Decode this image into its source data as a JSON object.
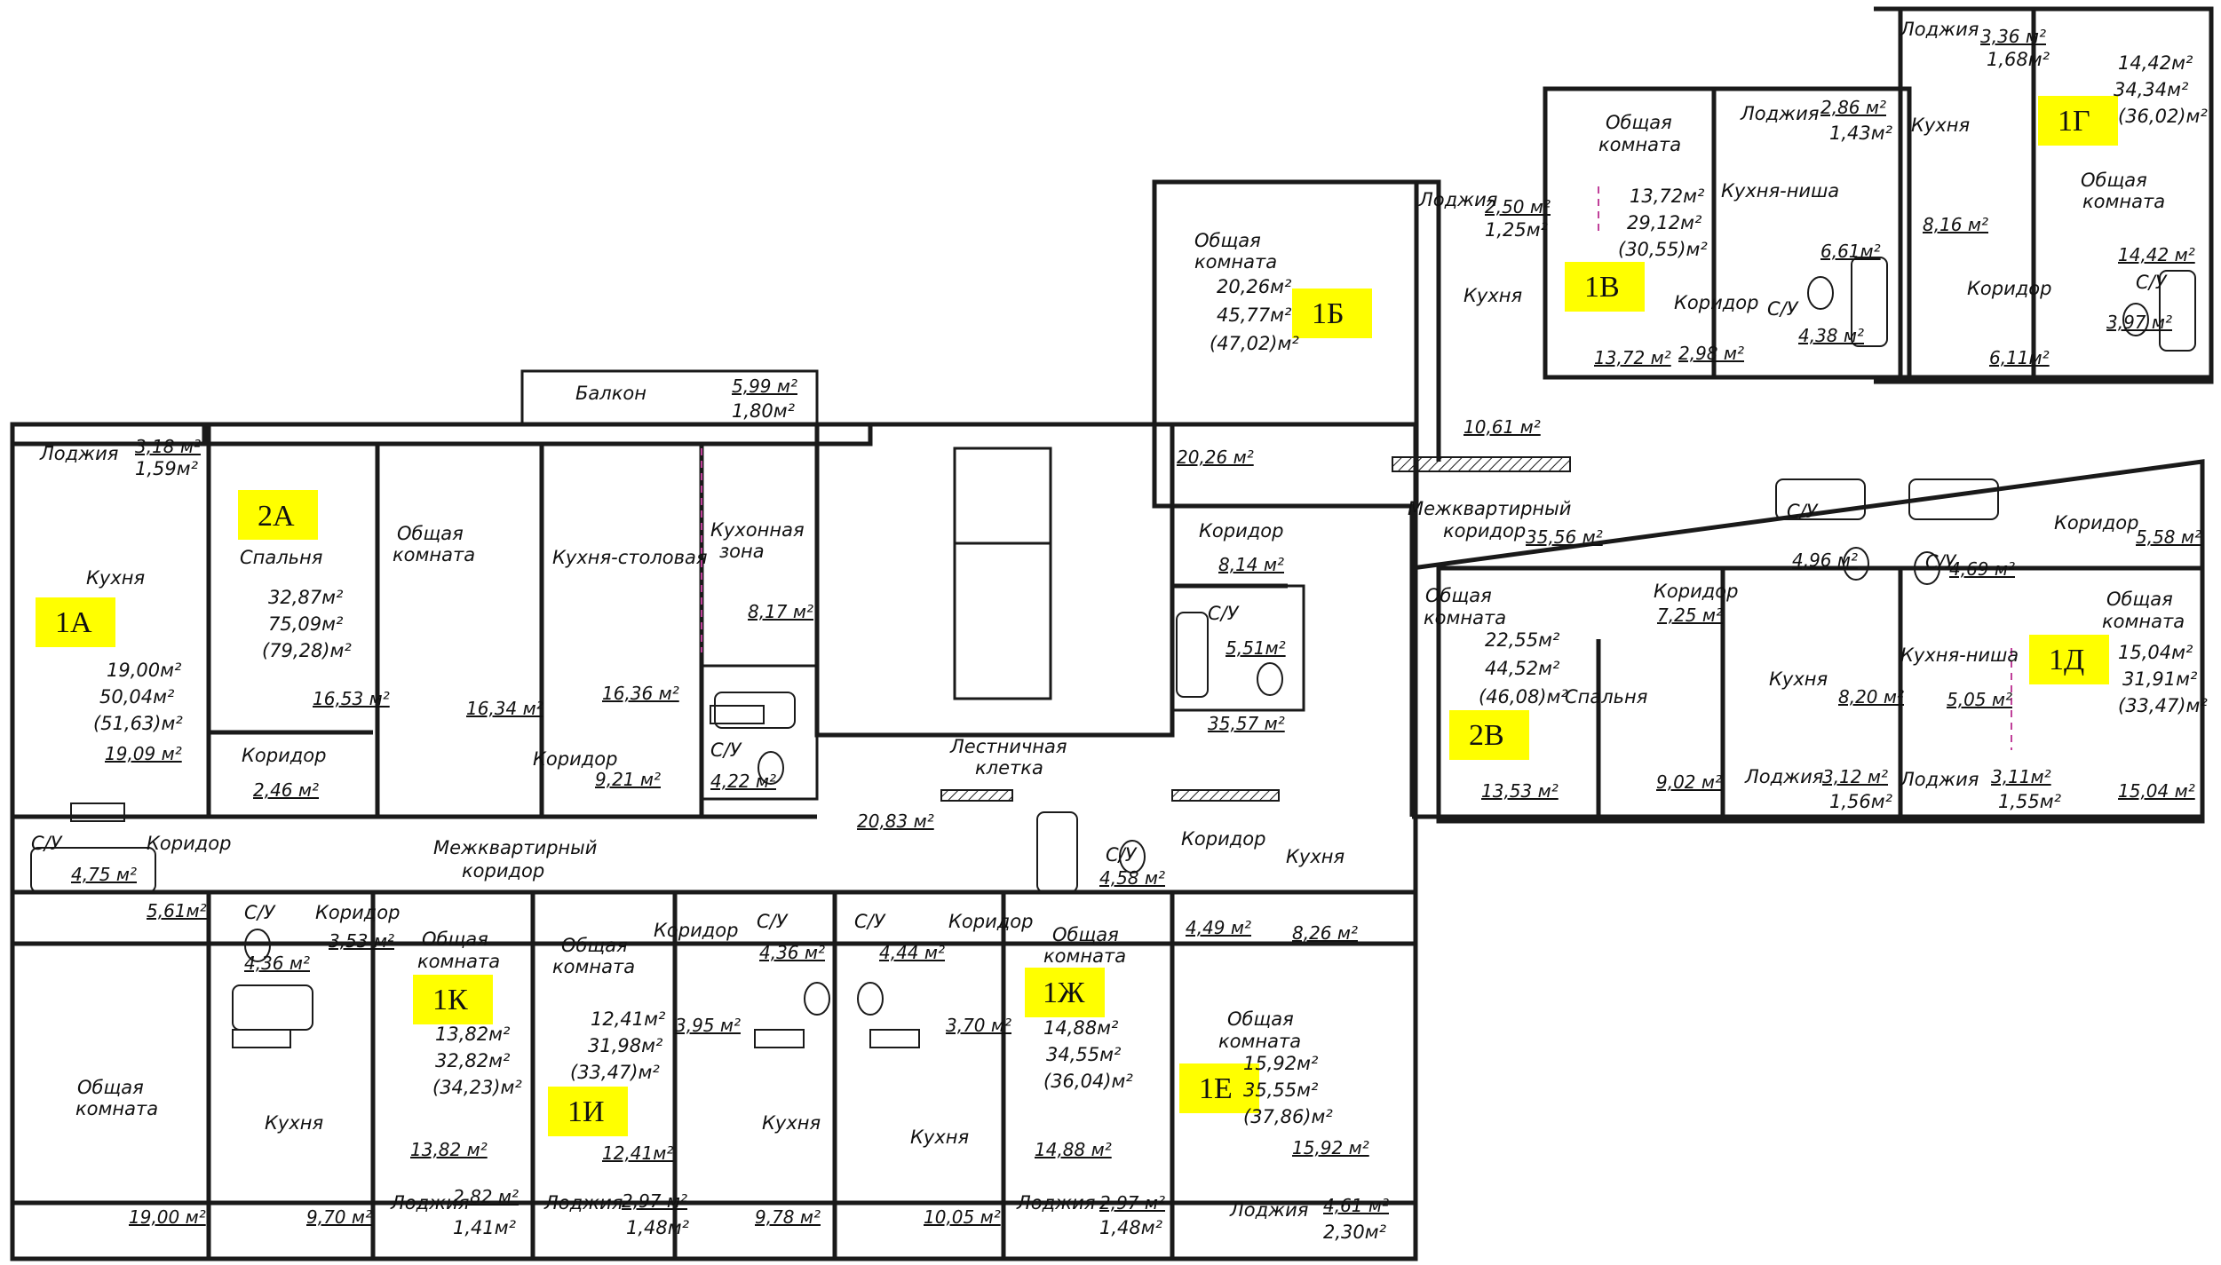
{
  "units": [
    {
      "tag": "1А",
      "area": "19,00м²",
      "total": "50,04м²",
      "total_b": "(51,63)м²"
    },
    {
      "tag": "2А",
      "area": "32,87м²",
      "total": "75,09м²",
      "total_b": "(79,28)м²"
    },
    {
      "tag": "1Б",
      "area": "20,26м²",
      "total": "45,77м²",
      "total_b": "(47,02)м²"
    },
    {
      "tag": "1В",
      "area": "13,72м²",
      "total": "29,12м²",
      "total_b": "(30,55)м²"
    },
    {
      "tag": "1Г",
      "area": "14,42м²",
      "total": "34,34м²",
      "total_b": "(36,02)м²"
    },
    {
      "tag": "2В",
      "area": "22,55м²",
      "total": "44,52м²",
      "total_b": "(46,08)м²"
    },
    {
      "tag": "1Д",
      "area": "15,04м²",
      "total": "31,91м²",
      "total_b": "(33,47)м²"
    },
    {
      "tag": "1К",
      "area": "13,82м²",
      "total": "32,82м²",
      "total_b": "(34,23)м²"
    },
    {
      "tag": "1И",
      "area": "12,41м²",
      "total": "31,98м²",
      "total_b": "(33,47)м²"
    },
    {
      "tag": "1Ж",
      "area": "14,88м²",
      "total": "34,55м²",
      "total_b": "(36,04)м²"
    },
    {
      "tag": "1Е",
      "area": "15,92м²",
      "total": "35,55м²",
      "total_b": "(37,86)м²"
    }
  ],
  "rooms": [
    {
      "name": "Лоджия",
      "area": "3,18 м²",
      "half": "1,59м²"
    },
    {
      "name": "Кухня",
      "area": "19,09 м²"
    },
    {
      "name": "С/У",
      "area": "4,75 м²"
    },
    {
      "name": "Коридор",
      "area": "5,61м²"
    },
    {
      "name": "Общая комната",
      "area": "19,00 м²"
    },
    {
      "name": "Спальня",
      "area": "16,53 м²"
    },
    {
      "name": "Коридор",
      "area": "2,46 м²"
    },
    {
      "name": "Общая комната",
      "area": "16,34 м²"
    },
    {
      "name": "Кухня-столовая",
      "area": "16,36 м²"
    },
    {
      "name": "Кухонная зона",
      "area": "8,17 м²"
    },
    {
      "name": "Балкон",
      "area": "5,99 м²",
      "half": "1,80м²"
    },
    {
      "name": "Коридор",
      "area": "9,21 м²"
    },
    {
      "name": "С/У",
      "area": "4,22 м²"
    },
    {
      "name": "Лестничная клетка",
      "area": "20,83 м²"
    },
    {
      "name": "Межквартирный коридор",
      "area": ""
    },
    {
      "name": "Общая комната",
      "area": "20,26 м²"
    },
    {
      "name": "Кухня",
      "area": "10,61 м²"
    },
    {
      "name": "Лоджия",
      "area": "2,50 м²",
      "half": "1,25м²"
    },
    {
      "name": "Коридор",
      "area": "8,14 м²"
    },
    {
      "name": "С/У",
      "area": "5,51м²"
    },
    {
      "name": "Межквартирный коридор",
      "area": "35,56 м²"
    },
    {
      "name": "Межквартирный коридор",
      "area": "35,57 м²"
    },
    {
      "name": "Общая комната",
      "area": "13,72 м²"
    },
    {
      "name": "Лоджия",
      "area": "2,86 м²",
      "half": "1,43м²"
    },
    {
      "name": "Кухня-ниша",
      "area": "6,61м²"
    },
    {
      "name": "Коридор",
      "area": "2,98 м²"
    },
    {
      "name": "С/У",
      "area": "4,38 м²"
    },
    {
      "name": "Лоджия",
      "area": "3,36 м²",
      "half": "1,68м²"
    },
    {
      "name": "Кухня",
      "area": "8,16 м²"
    },
    {
      "name": "Общая комната",
      "area": "14,42 м²"
    },
    {
      "name": "Коридор",
      "area": "6,11м²"
    },
    {
      "name": "С/У",
      "area": "3,97 м²"
    },
    {
      "name": "Общая комната",
      "area": "13,53 м²"
    },
    {
      "name": "Коридор",
      "area": "7,25 м²"
    },
    {
      "name": "С/У",
      "area": "4,96 м²"
    },
    {
      "name": "Спальня",
      "area": "9,02 м²"
    },
    {
      "name": "Кухня",
      "area": "8,20 м²"
    },
    {
      "name": "Лоджия",
      "area": "3,12 м²",
      "half": "1,56м²"
    },
    {
      "name": "С/У",
      "area": "4,69 м²"
    },
    {
      "name": "Коридор",
      "area": "5,58 м²"
    },
    {
      "name": "Кухня-ниша",
      "area": "5,05 м²"
    },
    {
      "name": "Общая комната",
      "area": "15,04 м²"
    },
    {
      "name": "Лоджия",
      "area": "3,11м²",
      "half": "1,55м²"
    },
    {
      "name": "С/У",
      "area": "4,36 м²"
    },
    {
      "name": "Коридор",
      "area": "3,53 м²"
    },
    {
      "name": "Кухня",
      "area": "9,70 м²"
    },
    {
      "name": "Общая комната",
      "area": "13,82 м²"
    },
    {
      "name": "Лоджия",
      "area": "2,82 м²",
      "half": "1,41м²"
    },
    {
      "name": "Общая комната",
      "area": "12,41м²"
    },
    {
      "name": "Коридор",
      "area": "3,95 м²"
    },
    {
      "name": "Лоджия",
      "area": "2,97 м²",
      "half": "1,48м²"
    },
    {
      "name": "С/У",
      "area": "4,36 м²"
    },
    {
      "name": "Кухня",
      "area": "9,78 м²"
    },
    {
      "name": "С/У",
      "area": "4,44 м²"
    },
    {
      "name": "Коридор",
      "area": "3,70 м²"
    },
    {
      "name": "Кухня",
      "area": "10,05 м²"
    },
    {
      "name": "Общая комната",
      "area": "14,88 м²"
    },
    {
      "name": "Лоджия",
      "area": "2,97 м²",
      "half": "1,48м²"
    },
    {
      "name": "С/У",
      "area": "4,58 м²"
    },
    {
      "name": "Коридор",
      "area": "4,49 м²"
    },
    {
      "name": "Кухня",
      "area": "8,26 м²"
    },
    {
      "name": "Общая комната",
      "area": "15,92 м²"
    },
    {
      "name": "Лоджия",
      "area": "4,61 м²",
      "half": "2,30м²"
    }
  ],
  "labels": {
    "loggia": "Лоджия",
    "kitchen": "Кухня",
    "bath": "С/У",
    "corridor": "Коридор",
    "common1": "Общая",
    "common2": "комната",
    "bedroom": "Спальня",
    "kitchen_dining": "Кухня-столовая",
    "kz1": "Кухонная",
    "kz2": "зона",
    "balcony": "Балкон",
    "stair1": "Лестничная",
    "stair2": "клетка",
    "mk1": "Межквартирный",
    "mk2": "коридор",
    "niche": "Кухня-ниша"
  },
  "colors": {
    "tag_fill": "#ffff00",
    "wall": "#1a1a1a",
    "background": "#ffffff"
  }
}
